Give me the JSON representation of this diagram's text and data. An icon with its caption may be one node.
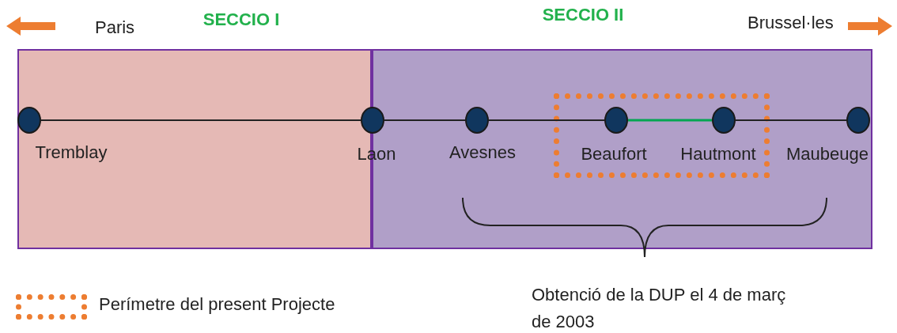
{
  "diagram": {
    "nodes": [
      {
        "text": [
          "SECCIO I"
        ]
      },
      {
        "text": [
          "SECCIO II"
        ]
      },
      {
        "text": [],
        "shape": "circle",
        "beside": [
          "Tremblay"
        ],
        "in": 0
      },
      {
        "text": [],
        "shape": "circle",
        "beside": [
          "Laon"
        ]
      },
      {
        "text": [],
        "shape": "circle",
        "beside": [
          "Avesnes"
        ],
        "in": 1
      },
      {
        "text": [],
        "shape": "box",
        "in": 1
      },
      {
        "text": [],
        "shape": "circle",
        "beside": [
          "Beaufort"
        ],
        "in": 5
      },
      {
        "text": [],
        "shape": "circle",
        "beside": [
          "Hautmont"
        ],
        "in": 5
      },
      {
        "text": [],
        "shape": "circle",
        "beside": [
          "Maubeuge"
        ],
        "in": 1
      }
    ],
    "edges": [
      {
        "from": 2,
        "to": 3,
        "arrow": "none"
      },
      {
        "from": 3,
        "to": 4,
        "arrow": "none"
      },
      {
        "from": 4,
        "to": 6,
        "arrow": "none"
      },
      {
        "from": 6,
        "to": 7,
        "arrow": "none",
        "color": "#00a651"
      },
      {
        "from": 7,
        "to": 8,
        "arrow": "none"
      }
    ],
    "labels": [
      "Paris",
      "Brussel·les",
      "Obtenció de la DUP el 4 de març de 2003"
    ],
    "legend": [
      {
        "text": "Perímetre del present Projecte"
      }
    ]
  }
}
